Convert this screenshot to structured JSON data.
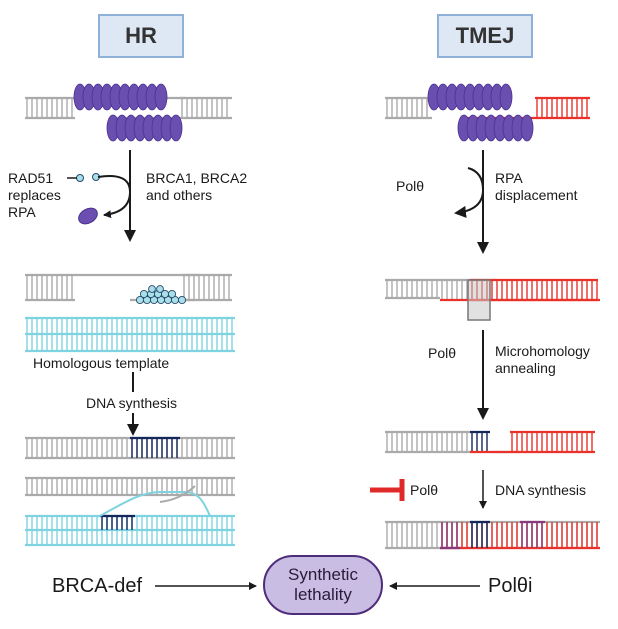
{
  "headers": {
    "hr": "HR",
    "tmej": "TMEJ"
  },
  "hr": {
    "rad51_label": [
      "RAD51",
      "replaces",
      "RPA"
    ],
    "brca_label": [
      "BRCA1, BRCA2",
      "and others"
    ],
    "template_label": "Homologous template",
    "synthesis_label": "DNA synthesis"
  },
  "tmej": {
    "pol_a": "Polθ",
    "rpa_label": [
      "RPA",
      "displacement"
    ],
    "pol_b": "Polθ",
    "micro_label": [
      "Microhomology",
      "annealing"
    ],
    "pol_inhibit": "Polθ",
    "synthesis_label": "DNA synthesis"
  },
  "bottom": {
    "brca_def": "BRCA-def",
    "synthetic_lethality": [
      "Synthetic",
      "lethality"
    ],
    "poli": "Polθi"
  },
  "colors": {
    "dna_gray": "#aaaaaa",
    "dna_red": "#e8322a",
    "dna_cyan": "#7fd3e0",
    "navy": "#14285c",
    "rpa_purple": "#6a4fb0",
    "purple_seg": "#8a3a7c",
    "lethality_fill": "#c9bde3"
  }
}
